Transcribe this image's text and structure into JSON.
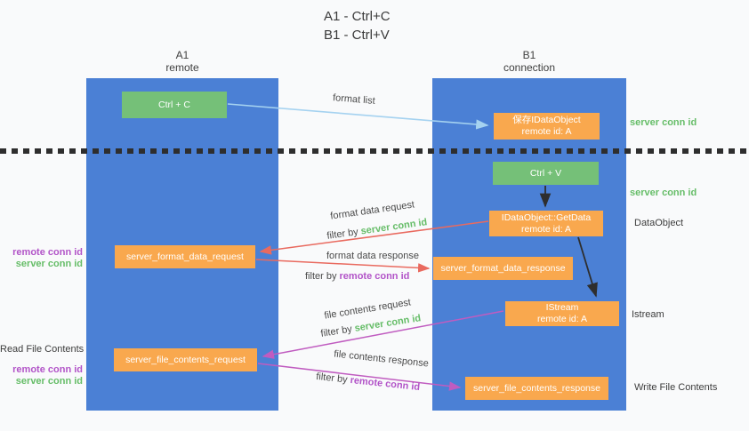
{
  "title": {
    "line1": "A1 - Ctrl+C",
    "line2": "B1 - Ctrl+V"
  },
  "columns": {
    "a1": {
      "name": "A1",
      "subtitle": "remote"
    },
    "b1": {
      "name": "B1",
      "subtitle": "connection"
    }
  },
  "nodes": {
    "ctrl_c": {
      "label": "Ctrl + C"
    },
    "save_idataobject": {
      "line1": "保存IDataObject",
      "line2": "remote id: A"
    },
    "ctrl_v": {
      "label": "Ctrl + V"
    },
    "getdata": {
      "line1": "IDataObject::GetData",
      "line2": "remote id: A"
    },
    "format_request": {
      "label": "server_format_data_request"
    },
    "format_response": {
      "label": "server_format_data_response"
    },
    "istream": {
      "line1": "IStream",
      "line2": "remote id: A"
    },
    "file_request": {
      "label": "server_file_contents_request"
    },
    "file_response": {
      "label": "server_file_contents_response"
    }
  },
  "arrows": {
    "format_list": {
      "label": "format list"
    },
    "format_data_request": {
      "label": "format data request",
      "filter_prefix": "filter by ",
      "filter_value": "server conn id"
    },
    "format_data_response": {
      "label": "format data response",
      "filter_prefix": "filter by ",
      "filter_value": "remote conn id"
    },
    "file_contents_request": {
      "label": "file contents request",
      "filter_prefix": "filter by ",
      "filter_value": "server conn id"
    },
    "file_contents_response": {
      "label": "file contents response",
      "filter_prefix": "filter by ",
      "filter_value": "remote conn id"
    }
  },
  "annotations": {
    "right": {
      "server_conn_id_top": "server conn id",
      "server_conn_id_mid": "server conn id",
      "dataobject": "DataObject",
      "istream": "Istream",
      "write_file_contents": "Write File Contents"
    },
    "left": {
      "remote_conn_id_top": "remote conn id",
      "server_conn_id_top": "server conn id",
      "read_file_contents": "Read File Contents",
      "remote_conn_id_bottom": "remote conn id",
      "server_conn_id_bottom": "server conn id"
    }
  },
  "colors": {
    "lane_blue": "#4b80d5",
    "box_green": "#75c078",
    "box_orange": "#f9a84e",
    "arrow_light_blue": "#a5d2f0",
    "arrow_red": "#e96a5f",
    "arrow_magenta": "#c05cc0",
    "arrow_black": "#2e2e2e",
    "text_green": "#66bd68",
    "text_purple": "#b254c8"
  }
}
